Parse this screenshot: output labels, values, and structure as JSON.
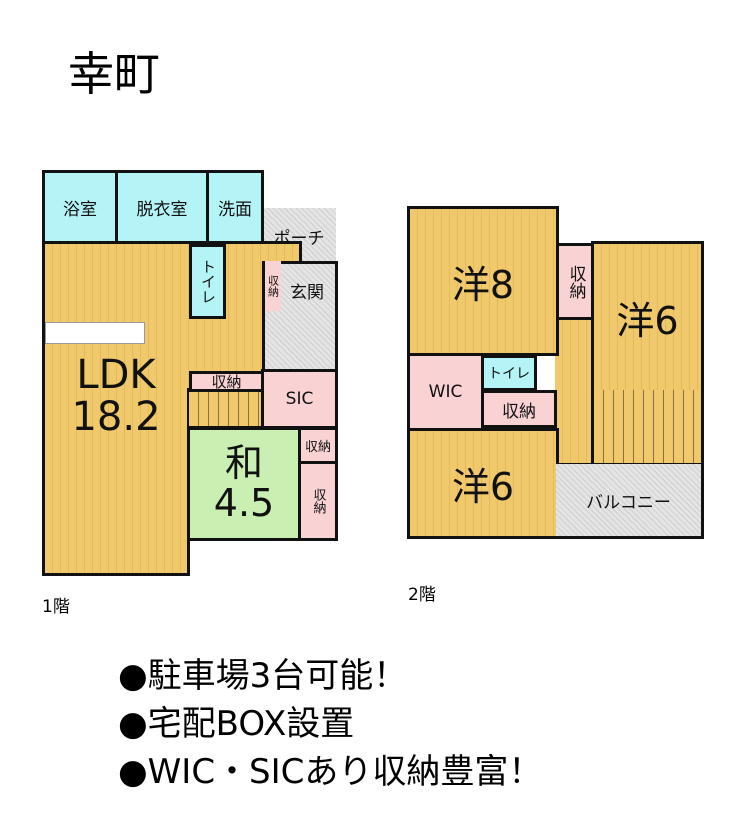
{
  "title": "幸町",
  "floor1": {
    "label": "1階",
    "rooms": {
      "bath": "浴室",
      "dressing": "脱衣室",
      "washroom": "洗面",
      "porch": "ポーチ",
      "toilet": "トイレ",
      "storage_small": "収納",
      "entrance": "玄関",
      "storage_hall": "収納",
      "sic": "SIC",
      "ldk_name": "LDK",
      "ldk_size": "18.2",
      "washitsu_name": "和",
      "washitsu_size": "4.5",
      "storage_w1": "収納",
      "storage_w2": "収納"
    }
  },
  "floor2": {
    "label": "2階",
    "rooms": {
      "west8_name": "洋8",
      "storage_a": "収納",
      "west6a_name": "洋6",
      "wic": "WIC",
      "toilet": "トイレ",
      "storage_b": "収納",
      "west6b_name": "洋6",
      "balcony": "バルコニー"
    }
  },
  "notes": [
    "●駐車場3台可能！",
    "●宅配BOX設置",
    "●WIC・SICあり収納豊富！"
  ],
  "colors": {
    "wood": "#efc96b",
    "cyan": "#b5f4f6",
    "pink": "#f9d2d3",
    "green": "#c9f0b2",
    "gray": "#dddddd"
  }
}
